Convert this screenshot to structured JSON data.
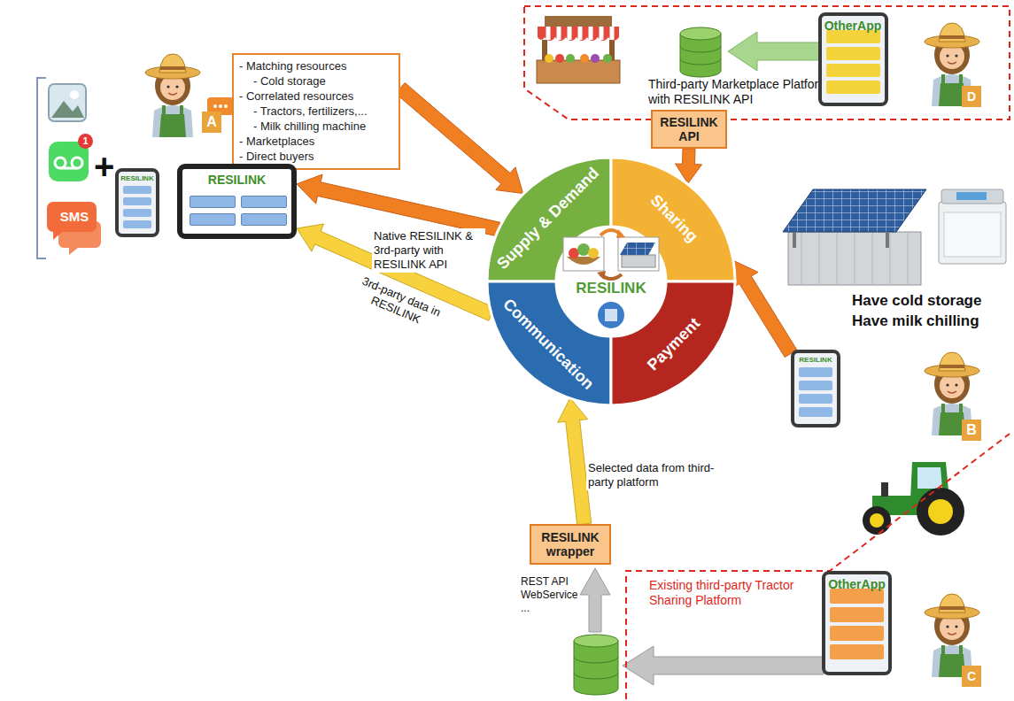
{
  "diagram": {
    "nodes": [
      {
        "text": [
          "Third-party Marketplace Platform with RESILINK API"
        ]
      },
      {
        "text": [
          "OtherApp"
        ],
        "in": 0
      },
      {
        "text": [
          "D"
        ],
        "in": 0
      },
      {
        "text": [
          "- Matching resources",
          "- Cold storage",
          "- Correlated resources",
          "- Tractors, fertilizers,...",
          "- Milk chilling machine",
          "- Marketplaces",
          "- Direct buyers"
        ]
      },
      {
        "text": [
          "A"
        ]
      },
      {
        "text": [
          "RESILINK"
        ]
      },
      {
        "text": [
          "RESILINK"
        ]
      },
      {
        "text": [
          "RESILINK API"
        ]
      },
      {
        "text": [
          "Supply & Demand"
        ]
      },
      {
        "text": [
          "Sharing"
        ]
      },
      {
        "text": [
          "Communication"
        ]
      },
      {
        "text": [
          "Payment"
        ]
      },
      {
        "text": [
          "RESILINK"
        ]
      },
      {
        "text": [
          "RESILINK"
        ]
      },
      {
        "text": [
          "B"
        ]
      },
      {
        "text": [
          "RESILINK wrapper"
        ]
      },
      {
        "text": [
          "Existing third-party Tractor Sharing Platform"
        ]
      },
      {
        "text": [
          "OtherApp"
        ],
        "in": 16
      },
      {
        "text": [
          "C"
        ],
        "in": 16
      }
    ],
    "edges": [
      {
        "from": 3,
        "to": 8,
        "arrow": "to"
      },
      {
        "from": 8,
        "to": 6,
        "label": "Native RESILINK & 3rd-party with RESILINK API",
        "arrow": "to"
      },
      {
        "from": 10,
        "to": 6,
        "label": "3rd-party data in RESILINK",
        "arrow": "to"
      },
      {
        "from": 7,
        "to": 9,
        "arrow": "to"
      },
      {
        "from": 13,
        "to": 9,
        "arrow": "to"
      },
      {
        "from": 15,
        "to": 10,
        "label": "Selected data from third-party platform",
        "arrow": "to"
      }
    ],
    "labels": [
      "1",
      "SMS",
      "+",
      "Have cold storage",
      "Have milk chilling",
      "REST API WebService ..."
    ]
  }
}
